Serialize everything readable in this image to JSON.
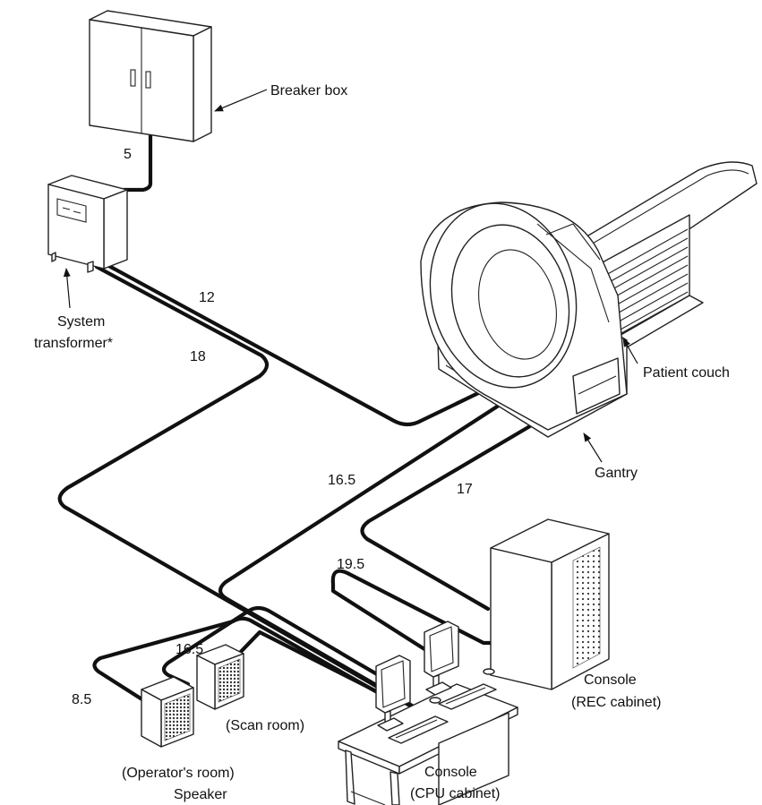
{
  "labels": {
    "breaker_box": "Breaker box",
    "system_transformer_line1": "System",
    "system_transformer_line2": "transformer*",
    "patient_couch": "Patient couch",
    "gantry": "Gantry",
    "console_rec_line1": "Console",
    "console_rec_line2": "(REC cabinet)",
    "console_cpu_line1": "Console",
    "console_cpu_line2": "(CPU cabinet)",
    "scan_room": "(Scan room)",
    "operators_room": "(Operator's room)",
    "speaker": "Speaker"
  },
  "cables": {
    "breaker_to_transformer": "5",
    "transformer_to_gantry": "12",
    "transformer_to_console": "18",
    "gantry_to_console_a": "16.5",
    "gantry_to_rec": "17",
    "rec_to_console": "19.5",
    "console_to_scan_speaker": "16.5",
    "console_to_operator_speaker": "8.5"
  },
  "colors": {
    "line": "#111111",
    "fill": "#ffffff",
    "grille": "#555555"
  }
}
